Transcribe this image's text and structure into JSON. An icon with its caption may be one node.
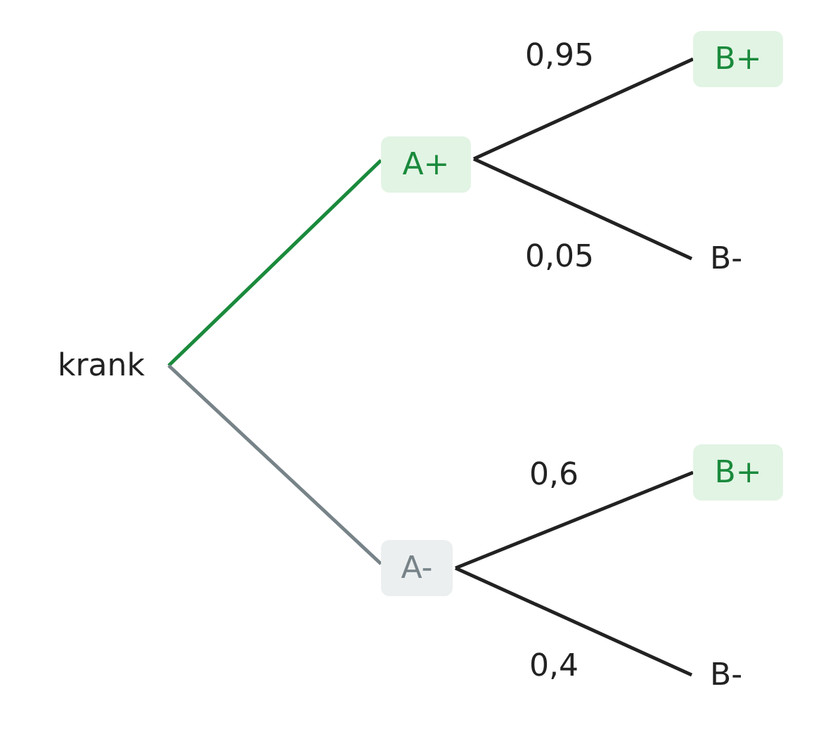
{
  "diagram": {
    "nodes": [
      {
        "text": [
          "krank"
        ]
      },
      {
        "text": [
          "A+"
        ]
      },
      {
        "text": [
          "A-"
        ]
      },
      {
        "text": [
          "B+"
        ]
      },
      {
        "text": [
          "B-"
        ]
      },
      {
        "text": [
          "B+"
        ]
      },
      {
        "text": [
          "B-"
        ]
      }
    ],
    "edges": [
      {
        "from": 0,
        "to": 1,
        "arrow": "none",
        "color": "#1a8a3c"
      },
      {
        "from": 0,
        "to": 2,
        "arrow": "none",
        "color": "#778388"
      },
      {
        "from": 1,
        "to": 3,
        "arrow": "none",
        "label": "0,95"
      },
      {
        "from": 1,
        "to": 4,
        "arrow": "none",
        "label": "0,05"
      },
      {
        "from": 2,
        "to": 5,
        "arrow": "none",
        "label": "0,6"
      },
      {
        "from": 2,
        "to": 6,
        "arrow": "none",
        "label": "0,4"
      }
    ]
  }
}
